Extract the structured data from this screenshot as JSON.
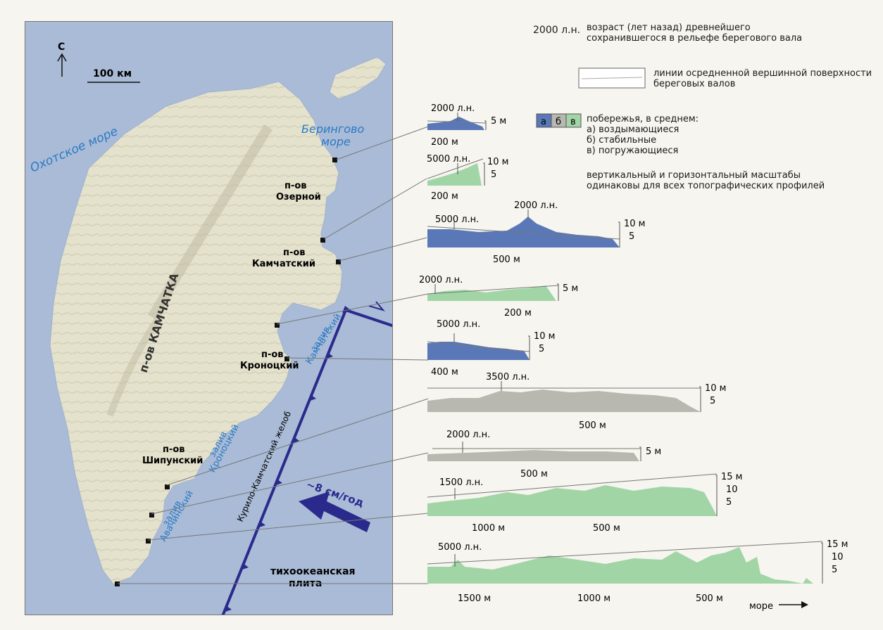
{
  "colors": {
    "sea": "#a9bbd6",
    "land": "#e6e3cf",
    "uplift": "#5a78b8",
    "stable": "#b8b8b0",
    "submerge": "#a2d5a6",
    "trench": "#2a2a8c",
    "water_label": "#2b7ac4"
  },
  "map": {
    "north": "С",
    "scale": "100 км",
    "okhotsk": "Охотское море",
    "bering_1": "Берингово",
    "bering_2": "море",
    "kamchatka": "п-ов КАМЧАТКА",
    "ozernoy_1": "п-ов",
    "ozernoy_2": "Озерной",
    "kamchatsky_1": "п-ов",
    "kamchatsky_2": "Камчатский",
    "kronotsky_1": "п-ов",
    "kronotsky_2": "Кроноцкий",
    "shipunsky_1": "п-ов",
    "shipunsky_2": "Шипунский",
    "gulf_kamch_1": "залив",
    "gulf_kamch_2": "Камчатский",
    "gulf_kron_1": "залив",
    "gulf_kron_2": "Кроноцкий",
    "gulf_avach_1": "залив",
    "gulf_avach_2": "Авачинский",
    "trench": "Курило-Камчатский желоб",
    "speed": "~8 см/год",
    "plate_1": "тихоокеанская",
    "plate_2": "плита"
  },
  "legend": {
    "age_key": "2000 л.н.",
    "age_1": "возраст (лет назад) древнейшего",
    "age_2": "сохранившегося в рельефе берегового вала",
    "line_1": "линии осредненной вершинной поверхности",
    "line_2": "береговых валов",
    "swatch_a": "а",
    "swatch_b": "б",
    "swatch_c": "в",
    "coast_1": "побережья, в среднем:",
    "coast_2": "а) воздымающиеся",
    "coast_3": "б) стабильные",
    "coast_4": "в) погружающиеся",
    "scale_1": "вертикальный и горизонтальный масштабы",
    "scale_2": "одинаковы для всех топографических профилей"
  },
  "profiles": [
    {
      "type": "uplift",
      "age": "2000 л.н.",
      "dist": [
        "200 м"
      ],
      "heights": [
        "5 м"
      ]
    },
    {
      "type": "submerge",
      "age": "5000 л.н.",
      "dist": [
        "200 м"
      ],
      "heights": [
        "10 м",
        "5"
      ]
    },
    {
      "type": "uplift",
      "age": "5000 л.н.",
      "age2": "2000 л.н.",
      "dist": [
        "500 м"
      ],
      "heights": [
        "10 м",
        "5"
      ]
    },
    {
      "type": "submerge",
      "age": "2000 л.н.",
      "dist": [
        "200 м"
      ],
      "heights": [
        "5 м"
      ]
    },
    {
      "type": "uplift",
      "age": "5000 л.н.",
      "dist": [
        "400 м"
      ],
      "heights": [
        "10 м",
        "5"
      ]
    },
    {
      "type": "stable",
      "age": "3500 л.н.",
      "dist": [
        "500 м"
      ],
      "heights": [
        "10 м",
        "5"
      ]
    },
    {
      "type": "stable",
      "age": "2000 л.н.",
      "dist": [
        "500 м"
      ],
      "heights": [
        "5 м"
      ]
    },
    {
      "type": "submerge",
      "age": "1500 л.н.",
      "dist": [
        "1000 м",
        "500 м"
      ],
      "heights": [
        "15 м",
        "10",
        "5"
      ]
    },
    {
      "type": "submerge",
      "age": "5000 л.н.",
      "dist": [
        "1500 м",
        "1000 м",
        "500 м"
      ],
      "heights": [
        "15 м",
        "10",
        "5"
      ]
    }
  ],
  "sea_label": "море"
}
